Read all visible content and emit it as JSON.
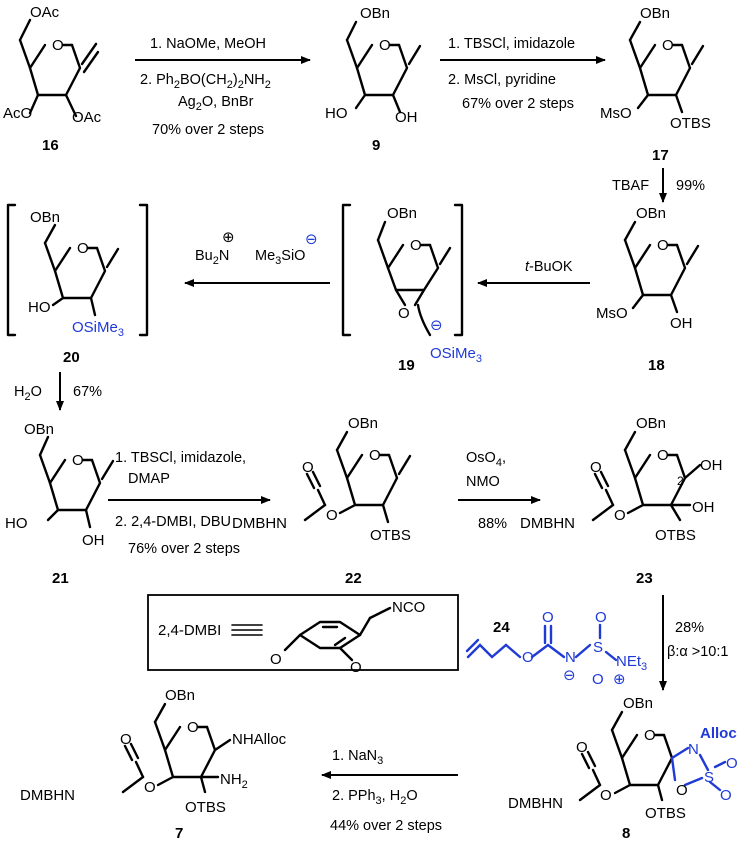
{
  "compounds": {
    "c16": "16",
    "c9": "9",
    "c17": "17",
    "c18": "18",
    "c19": "19",
    "c20": "20",
    "c21": "21",
    "c22": "22",
    "c23": "23",
    "c24": "24",
    "c8": "8",
    "c7": "7"
  },
  "groups": {
    "OAc": "OAc",
    "AcO": "AcO",
    "OBn": "OBn",
    "HO": "HO",
    "OH": "OH",
    "MsO": "MsO",
    "OTBS": "OTBS",
    "OSiMe3": "OSiMe",
    "sub3": "3",
    "DMBHN": "DMBHN",
    "O": "O",
    "N": "N",
    "S": "S",
    "NEt3": "NEt",
    "Alloc": "Alloc",
    "NHAlloc": "NHAlloc",
    "NH2": "NH",
    "sub2": "2",
    "NCO": "NCO",
    "minus": "⊖",
    "plus": "⊕",
    "c2_label": "2"
  },
  "reagents": {
    "r1_line1": "1. NaOMe, MeOH",
    "r1_line2a": "2. Ph",
    "r1_line2b": "BO(CH",
    "r1_line2c": ")",
    "r1_line2d": "NH",
    "r1_line3a": "Ag",
    "r1_line3b": "O, BnBr",
    "r1_yield": "70% over 2 steps",
    "r2_line1": "1. TBSCl, imidazole",
    "r2_line2": "2. MsCl, pyridine",
    "r2_yield": "67% over 2 steps",
    "r3_reagent": "TBAF",
    "r3_yield": "99%",
    "r4_reagent_a": "t",
    "r4_reagent_b": "-BuOK",
    "r5_bu": "Bu",
    "r5_n": "N",
    "r5_me3sio_a": "Me",
    "r5_me3sio_b": "SiO",
    "r6_reagent": "H",
    "r6_reagent_b": "O",
    "r6_yield": "67%",
    "r7_line1": "1. TBSCl, imidazole,",
    "r7_line1b": "DMAP",
    "r7_line2": "2. 2,4-DMBI, DBU",
    "r7_yield": "76% over 2 steps",
    "r8_line1a": "OsO",
    "r8_line1b": ",",
    "r8_line2": "NMO",
    "r8_yield": "88%",
    "r9_yield": "28%",
    "r9_ratio": "β:α >10:1",
    "r10_line1a": "1. NaN",
    "r10_line2a": "2. PPh",
    "r10_line2b": ", H",
    "r10_line2c": "O",
    "r10_yield": "44% over 2 steps",
    "dmbi_label": "2,4-DMBI"
  }
}
